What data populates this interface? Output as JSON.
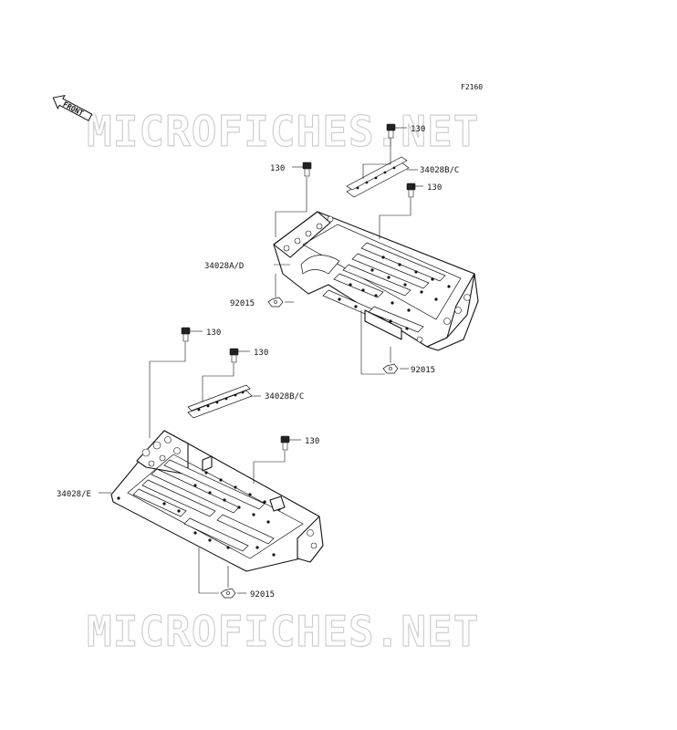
{
  "figure_code": "F2160",
  "front_label": "FRONT",
  "watermark_text": "MICROFICHES.NET",
  "callouts": {
    "upper_bolt_top": "130",
    "upper_mat": "34028B/C",
    "upper_bolt_left": "130",
    "upper_bolt_right": "130",
    "upper_footrest": "34028A/D",
    "upper_nut_left": "92015",
    "upper_nut_bottom": "92015",
    "lower_bolt_left": "130",
    "lower_bolt_mid": "130",
    "lower_mat": "34028B/C",
    "lower_bolt_right": "130",
    "lower_footrest": "34028/E",
    "lower_nut": "92015"
  },
  "icons": {
    "front_arrow": "front-arrow-icon",
    "bolt": "bolt-icon",
    "nut": "nut-icon"
  },
  "colors": {
    "line": "#111111",
    "watermark": "#cfcfcf",
    "background": "#ffffff"
  }
}
